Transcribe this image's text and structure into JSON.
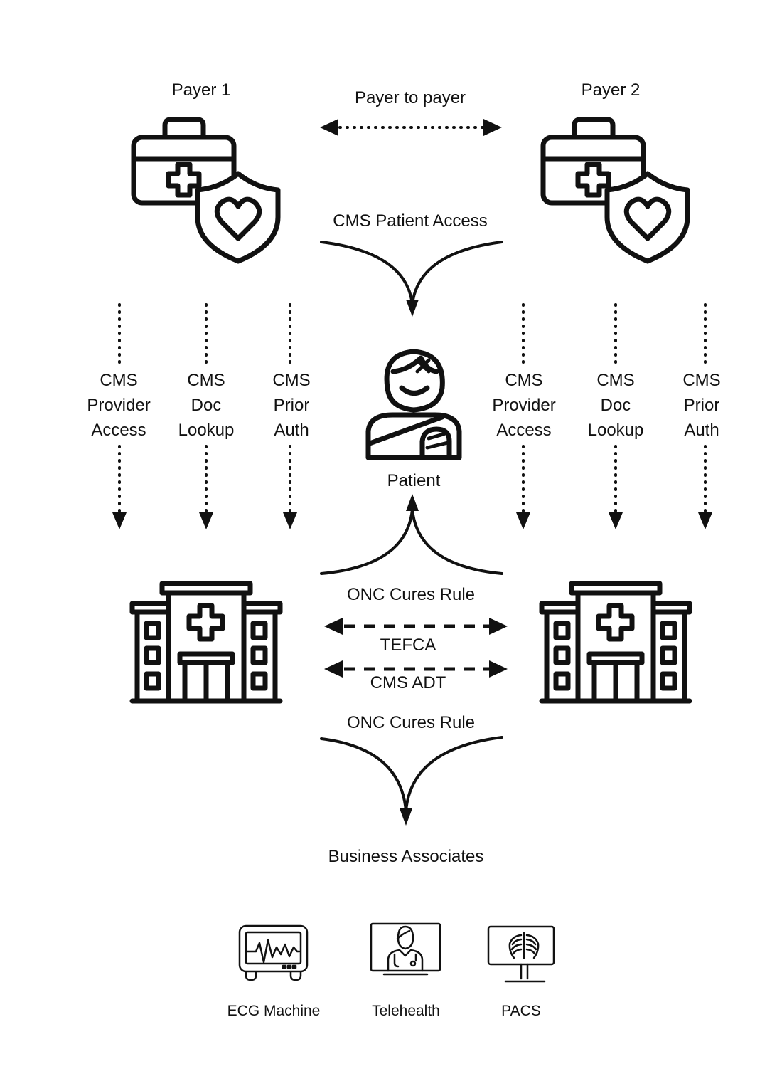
{
  "payers": {
    "payer1": "Payer 1",
    "payer2": "Payer 2"
  },
  "flows": {
    "payer_to_payer": "Payer to payer",
    "cms_patient_access": "CMS Patient Access",
    "onc_cures_rule_top": "ONC Cures Rule",
    "tefca": "TEFCA",
    "cms_adt": "CMS ADT",
    "onc_cures_rule_bottom": "ONC Cures Rule"
  },
  "left_rules": [
    [
      "CMS",
      "Provider",
      "Access"
    ],
    [
      "CMS",
      "Doc",
      "Lookup"
    ],
    [
      "CMS",
      "Prior",
      "Auth"
    ]
  ],
  "right_rules": [
    [
      "CMS",
      "Provider",
      "Access"
    ],
    [
      "CMS",
      "Doc",
      "Lookup"
    ],
    [
      "CMS",
      "Prior",
      "Auth"
    ]
  ],
  "patient": "Patient",
  "business_associates": {
    "title": "Business Associates",
    "items": [
      "ECG Machine",
      "Telehealth",
      "PACS"
    ]
  },
  "icons": {
    "payer": "medical-kit-shield-heart-icon",
    "patient": "patient-arm-sling-icon",
    "hospital": "hospital-building-icon",
    "ecg": "ecg-monitor-icon",
    "telehealth": "telehealth-screen-icon",
    "pacs": "xray-monitor-icon"
  }
}
